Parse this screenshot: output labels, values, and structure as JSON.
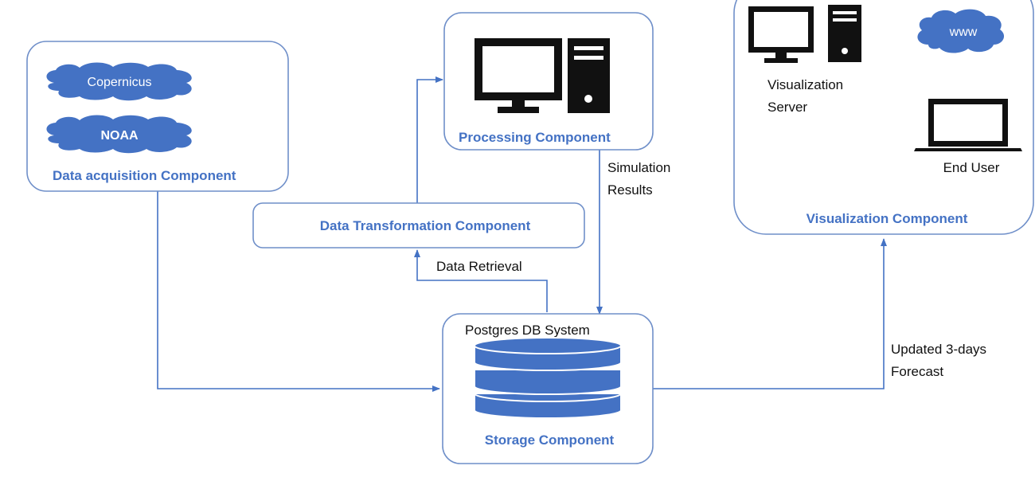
{
  "colors": {
    "accent": "#4472c4",
    "box_stroke": "#6f8fc9",
    "icon_dark": "#111111"
  },
  "components": {
    "acquisition": {
      "title": "Data acquisition Component",
      "sources": [
        "Copernicus",
        "NOAA"
      ]
    },
    "processing": {
      "title": "Processing Component",
      "icon": "computer-icon"
    },
    "transformation": {
      "title": "Data Transformation Component"
    },
    "storage": {
      "title": "Storage Component",
      "system_label": "Postgres DB System",
      "icon": "database-icon"
    },
    "visualization": {
      "title": "Visualization Component",
      "server_label_line1": "Visualization",
      "server_label_line2": "Server",
      "cloud_label": "www",
      "end_user_label": "End User"
    }
  },
  "edges": {
    "simulation_line1": "Simulation",
    "simulation_line2": "Results",
    "data_retrieval": "Data Retrieval",
    "forecast_line1": "Updated 3-days",
    "forecast_line2": "Forecast"
  }
}
